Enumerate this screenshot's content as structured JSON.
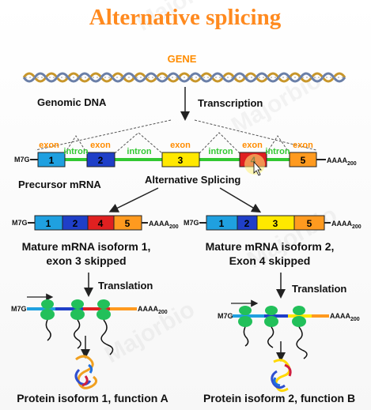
{
  "title": "Alternative splicing",
  "gene_label": "GENE",
  "genomic_dna_label": "Genomic DNA",
  "transcription_label": "Transcription",
  "alternative_splicing_label": "Alternative Splicing",
  "precursor_label": "Precursor mRNA",
  "cap_label": "M7G",
  "polya_label": "AAAA",
  "polya_sub": "200",
  "exon_label": "exon",
  "intron_label": "intron",
  "exons": [
    "1",
    "2",
    "3",
    "4",
    "5"
  ],
  "isoform1": {
    "line1": "Mature mRNA isoform 1,",
    "line2": "exon 3 skipped",
    "translation": "Translation",
    "protein": "Protein isoform 1, function A"
  },
  "isoform2": {
    "line1": "Mature mRNA isoform 2,",
    "line2": "Exon 4 skipped",
    "translation": "Translation",
    "protein": "Protein isoform 2, function B"
  },
  "watermark": "Majorbio",
  "colors": {
    "title": "#ff8a1f",
    "exon1": "#1fa0e0",
    "exon2": "#1f3fc8",
    "exon3": "#ffe800",
    "exon4": "#e02020",
    "exon5": "#ff9a1f",
    "intron": "#32c832",
    "ribosome": "#22c05a"
  }
}
